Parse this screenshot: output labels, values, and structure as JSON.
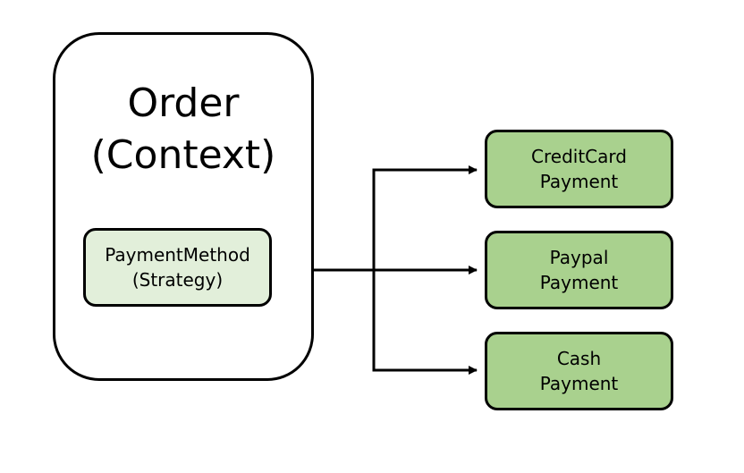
{
  "context": {
    "title_line1": "Order",
    "title_line2": "(Context)"
  },
  "strategy": {
    "line1": "PaymentMethod",
    "line2": "(Strategy)",
    "fill": "#e2efda"
  },
  "implementations": [
    {
      "line1": "CreditCard",
      "line2": "Payment"
    },
    {
      "line1": "Paypal",
      "line2": "Payment"
    },
    {
      "line1": "Cash",
      "line2": "Payment"
    }
  ],
  "colors": {
    "implementation_fill": "#a9d18e",
    "strategy_fill": "#e2efda",
    "stroke": "#000000"
  }
}
